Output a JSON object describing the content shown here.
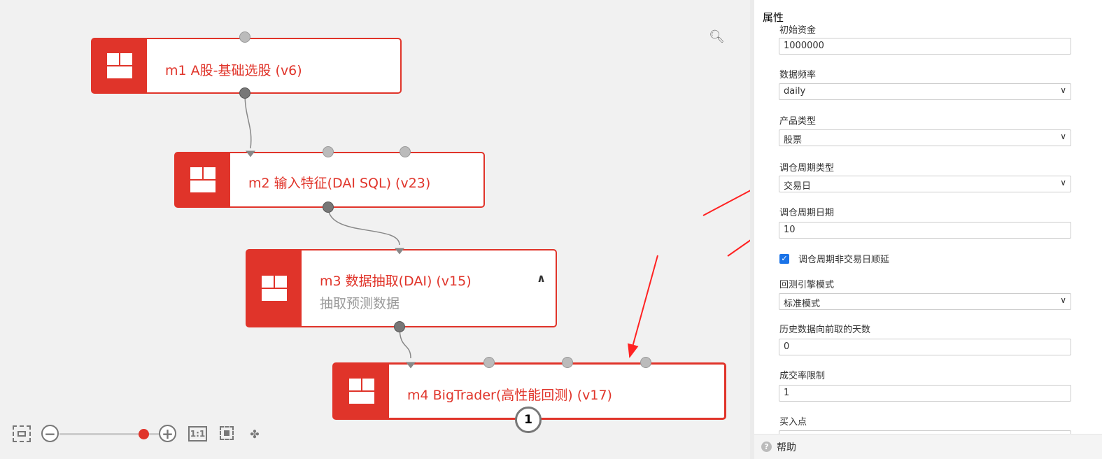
{
  "canvas": {
    "nodes": [
      {
        "title": "m1 A股-基础选股 (v6)"
      },
      {
        "title": "m2 输入特征(DAI SQL) (v23)"
      },
      {
        "title": "m3 数据抽取(DAI) (v15)",
        "subtitle": "抽取预测数据"
      },
      {
        "title": "m4 BigTrader(高性能回测) (v17)",
        "badge": "1"
      }
    ],
    "toolbar": {
      "one_to_one": "1:1",
      "zoom_level": 0.75
    },
    "accent": "#e0342a"
  },
  "panel": {
    "title": "属性",
    "fields": [
      {
        "label": "初始资金",
        "value": "1000000"
      },
      {
        "label": "数据频率",
        "value": "daily"
      },
      {
        "label": "产品类型",
        "value": "股票"
      },
      {
        "label": "调仓周期类型",
        "value": "交易日"
      },
      {
        "label": "调仓周期日期",
        "value": "10"
      },
      {
        "label": "调仓周期非交易日顺延",
        "checked": true
      },
      {
        "label": "回测引擎模式",
        "value": "标准模式"
      },
      {
        "label": "历史数据向前取的天数",
        "value": "0"
      },
      {
        "label": "成交率限制",
        "value": "1"
      },
      {
        "label": "买入点",
        "value": ""
      }
    ],
    "help": "帮助"
  }
}
